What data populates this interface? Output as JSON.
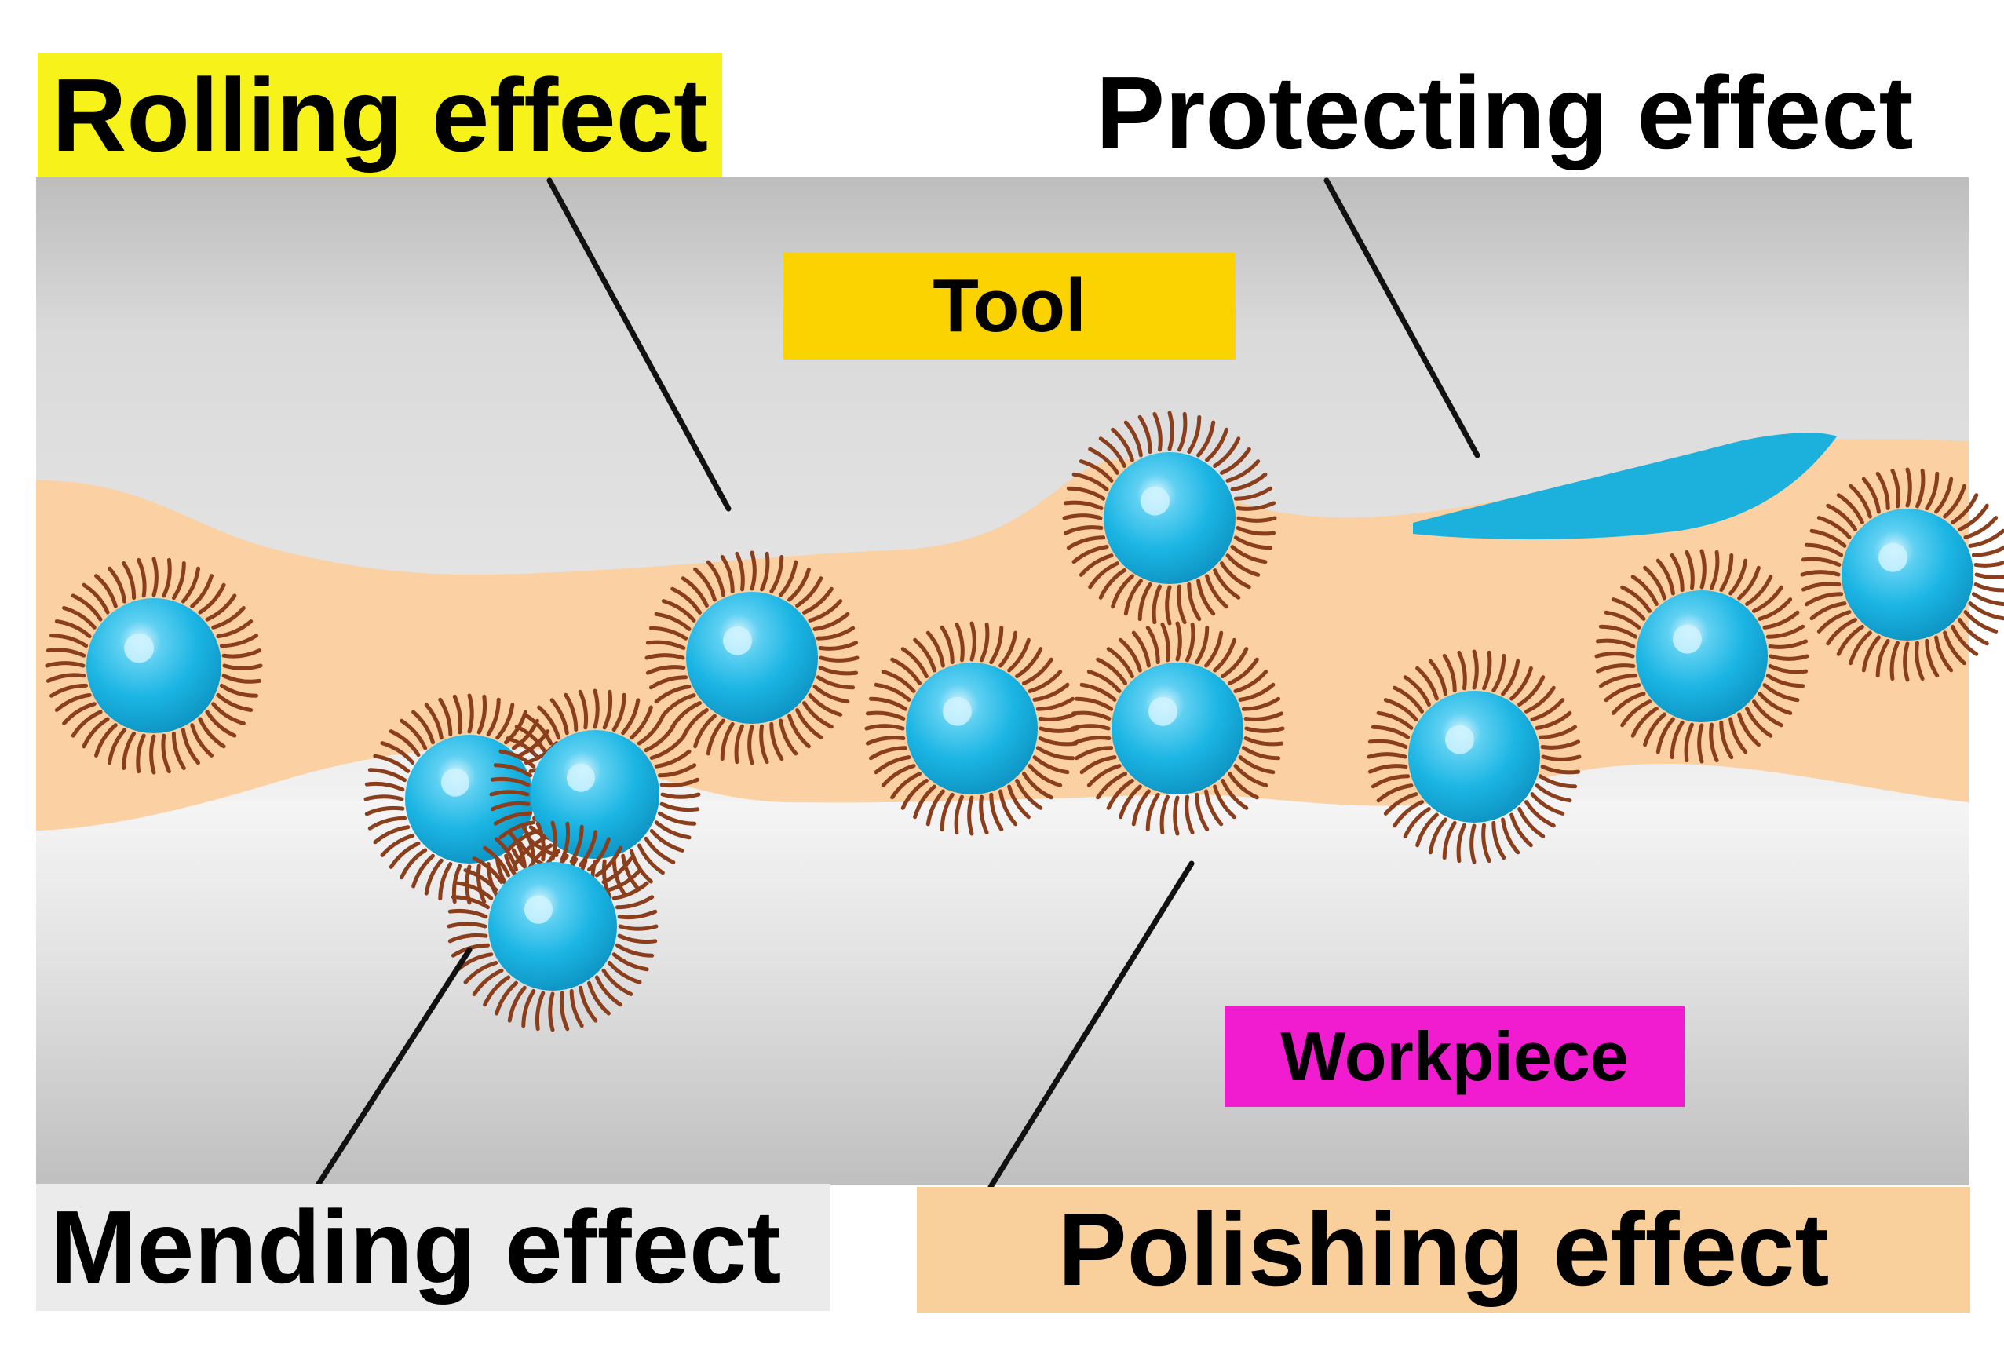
{
  "labels": {
    "rolling": "Rolling effect",
    "protecting": "Protecting effect",
    "tool": "Tool",
    "workpiece": "Workpiece",
    "mending": "Mending effect",
    "polishing": "Polishing effect"
  },
  "colors": {
    "tool_surface": "#dcdcdc",
    "workpiece_surface": "#d8d8d8",
    "lubricant_film": "#fbd0a2",
    "nanoparticle": "#1cb7e5",
    "nanoparticle_highlight": "#cdf2ff",
    "surfactant_chains": "#8b3e1c",
    "protective_layer": "#1cb0dc",
    "rolling_bg": "#f7f21a",
    "tool_bg": "#fbd300",
    "workpiece_bg": "#f11ccf",
    "mending_bg": "#ebebeb",
    "polishing_bg": "#f9cf9b"
  },
  "icons": [
    "nanoparticle-icon",
    "surfactant-shell-icon",
    "leader-line"
  ]
}
